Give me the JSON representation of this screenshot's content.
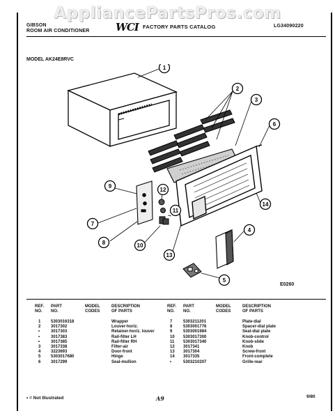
{
  "watermark": "AppliancePartsPros.com",
  "header": {
    "brand": "GIBSON",
    "product": "ROOM AIR CONDITIONER",
    "logo_text": "WCI",
    "catalog_title": "FACTORY PARTS CATALOG",
    "catalog_code": "LG34090220"
  },
  "model": "MODEL AK24E8RVC",
  "diagram": {
    "code": "E0260",
    "callouts": [
      "1",
      "2",
      "3",
      "6",
      "9",
      "12",
      "7",
      "11",
      "14",
      "8",
      "10",
      "13",
      "4",
      "5"
    ]
  },
  "parts_table": {
    "headers": {
      "ref_no": [
        "REF.",
        "NO."
      ],
      "part_no": [
        "PART",
        "NO."
      ],
      "model_codes": [
        "MODEL",
        "CODES"
      ],
      "description": [
        "DESCRIPTION",
        "OF PARTS"
      ]
    },
    "left": {
      "ref": [
        "1",
        "2",
        "•",
        "•",
        "•",
        "3",
        "4",
        "5",
        "6"
      ],
      "part": [
        "5303016318",
        "3017302",
        "3017303",
        "3017383",
        "3017385",
        "3017338",
        "3223693",
        "5303017680",
        "3017299"
      ],
      "desc": [
        "Wrapper",
        "Louver-horiz.",
        "Retainer-horiz. louver",
        "Rail-filter LH",
        "Rail-filter RH",
        "Filter-air",
        "Door-front",
        "Hinge",
        "Seal-mullion"
      ]
    },
    "right": {
      "ref": [
        "7",
        "8",
        "9",
        "10",
        "11",
        "12",
        "13",
        "14",
        "•"
      ],
      "part": [
        "5303211201",
        "5303001776",
        "5303001984",
        "5303017300",
        "5303017340",
        "3017341",
        "3017304",
        "3017335",
        "5303210207"
      ],
      "desc": [
        "Plate-dial",
        "Spacer-dial plate",
        "Seal-dial plate",
        "Knob-control",
        "Knob-slide",
        "Knob",
        "Screw-front",
        "Front-complete",
        "Grille-rear"
      ]
    }
  },
  "footer": {
    "note": "• = Not Illustrated",
    "page": "A9",
    "date": "9/80"
  }
}
